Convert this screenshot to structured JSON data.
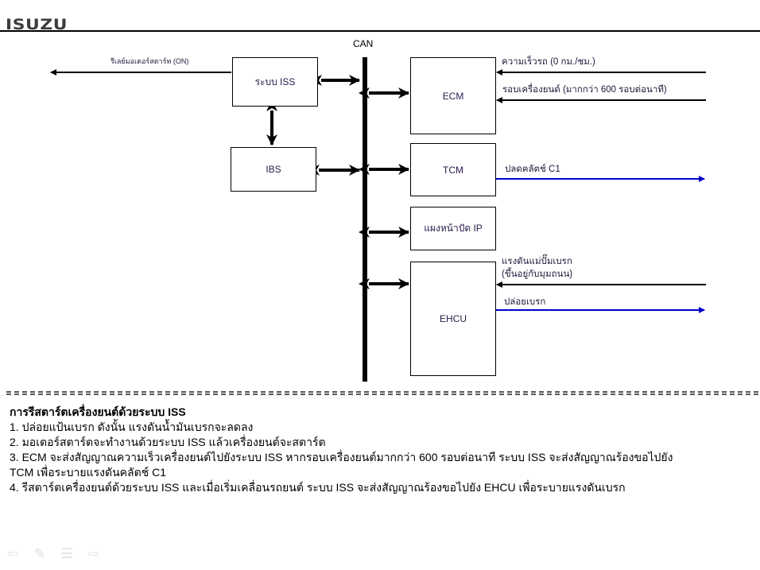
{
  "header": {
    "logo": "ISUZU"
  },
  "diagram": {
    "bus_label": "CAN",
    "boxes": {
      "iss": "ระบบ ISS",
      "ibs": "IBS",
      "ecm": "ECM",
      "tcm": "TCM",
      "ip": "แผงหน้าปัด IP",
      "ehcu": "EHCU"
    },
    "signals": {
      "starter_relay": "รีเลย์มอเตอร์สตาร์ท (ON)",
      "vehicle_speed": "ความเร็วรถ (0 กม./ชม.)",
      "engine_speed": "รอบเครื่องยนต์ (มากกว่า 600 รอบต่อนาที)",
      "clutch_release": "ปลดคลัตช์ C1",
      "brake_pressure_line1": "แรงดันแม่ปั๊มเบรก",
      "brake_pressure_line2": "(ขึ้นอยู่กับมุมถนน)",
      "brake_release": "ปล่อยเบรก"
    },
    "colors": {
      "output_line": "#0000cc",
      "input_line": "#000000"
    }
  },
  "notes": {
    "title": "การรีสตาร์ตเครื่องยนต์ด้วยระบบ ISS",
    "lines": [
      "1. ปล่อยแป้นเบรก ดังนั้น แรงดันน้ำมันเบรกจะลดลง",
      "2. มอเตอร์สตาร์ตจะทำงานด้วยระบบ ISS แล้วเครื่องยนต์จะสตาร์ต",
      "3. ECM จะส่งสัญญาณความเร็วเครื่องยนต์ไปยังระบบ ISS หากรอบเครื่องยนต์มากกว่า 600 รอบต่อนาที ระบบ ISS จะส่งสัญญาณร้องขอไปยัง",
      "TCM เพื่อระบายแรงดันคลัตช์ C1",
      "4. รีสตาร์ตเครื่องยนต์ด้วยระบบ ISS และเมื่อเริ่มเคลื่อนรถยนต์ ระบบ    ISS จะส่งสัญญาณร้องขอไปยัง EHCU เพื่อระบายแรงดันเบรก"
    ]
  },
  "nav": {
    "prev_icon": "⇦",
    "pen_icon": "✎",
    "menu_icon": "☰",
    "next_icon": "⇨"
  }
}
